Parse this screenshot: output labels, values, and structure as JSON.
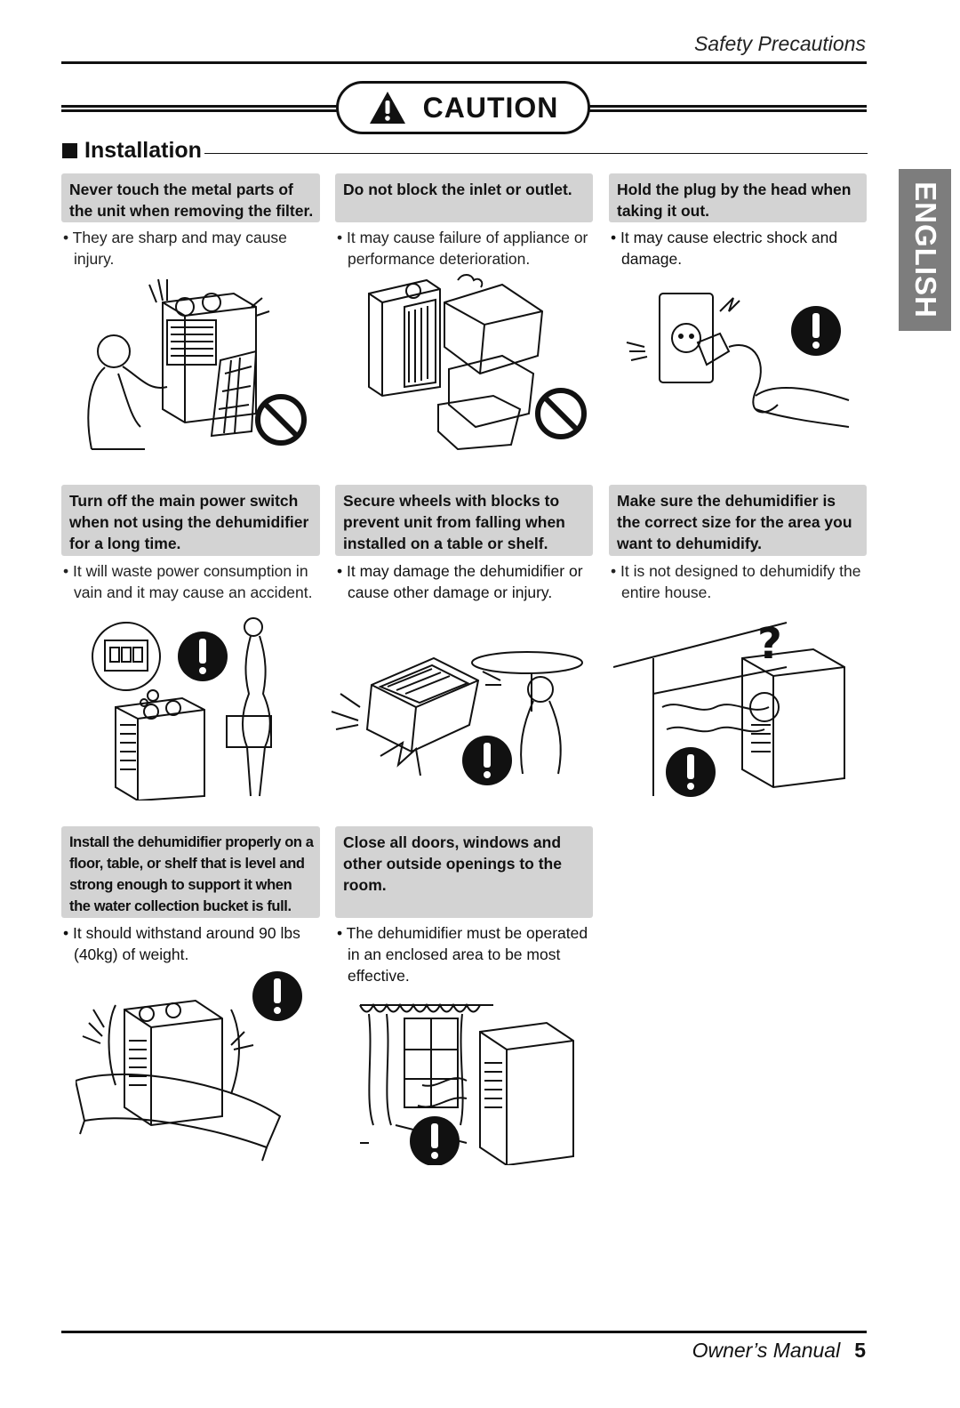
{
  "header": {
    "section_title": "Safety  Precautions"
  },
  "banner": {
    "label": "CAUTION"
  },
  "section": {
    "title": "Installation"
  },
  "side_tab": {
    "label": "ENGLISH"
  },
  "cards": [
    {
      "heading": "Never touch the metal parts of the unit when removing the filter.",
      "bullet": "• They are sharp and may cause injury.",
      "sign": "prohibited-icon"
    },
    {
      "heading": "Do not block the inlet or outlet.",
      "bullet": "• It may cause failure of appliance or performance deterioration.",
      "sign": "prohibited-icon"
    },
    {
      "heading": "Hold the plug by the head when taking it out.",
      "bullet": "• It may cause electric shock and damage.",
      "sign": "mandatory-icon"
    },
    {
      "heading": "Turn off the main power switch when not using the dehumidifier for a long time.",
      "bullet": "• It will waste power consumption in vain and it may cause an accident.",
      "sign": "mandatory-icon"
    },
    {
      "heading": "Secure wheels with blocks to prevent unit from falling when installed on a table or shelf.",
      "bullet": "• It may damage the dehumidifier or cause other damage or injury.",
      "sign": "mandatory-icon"
    },
    {
      "heading": "Make sure the dehumidifier is the correct size for the area you want to dehumidify.",
      "bullet": "• It is not designed to dehumidify the entire house.",
      "sign": "mandatory-icon"
    },
    {
      "heading": "Install the dehumidifier properly on a floor, table, or shelf that is level and strong enough to support it when the water collection bucket is full.",
      "bullet": "• It should withstand around 90 lbs (40kg) of weight.",
      "sign": "mandatory-icon"
    },
    {
      "heading": "Close all doors, windows and other outside openings to the room.",
      "bullet": "• The dehumidifier must be operated in an enclosed area to be most effective.",
      "sign": "mandatory-icon"
    }
  ],
  "footer": {
    "label": "Owner’s Manual",
    "page": "5"
  }
}
